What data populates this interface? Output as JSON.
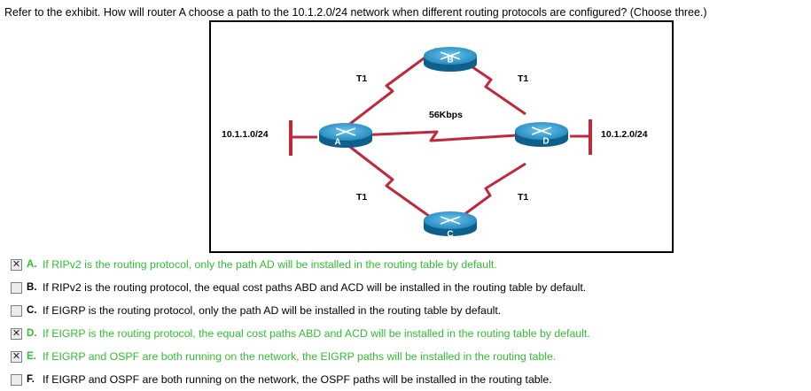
{
  "question": "Refer to the exhibit. How will router A choose a path to the 10.1.2.0/24 network when different routing protocols are configured? (Choose three.)",
  "exhibit": {
    "network_left": "10.1.1.0/24",
    "network_right": "10.1.2.0/24",
    "link_ab": "T1",
    "link_bd": "T1",
    "link_ac": "T1",
    "link_cd": "T1",
    "link_ad": "56Kbps",
    "routers": {
      "a": "A",
      "b": "B",
      "c": "C",
      "d": "D"
    }
  },
  "colors": {
    "correct_text": "#2fbf2f",
    "link": "#c0283c",
    "router": "#1d84b8"
  },
  "options": [
    {
      "letter": "A",
      "sep": ".",
      "text": "If RIPv2 is the routing protocol, only the path AD will be installed in the routing table by default.",
      "checked": true,
      "mark": "✕",
      "correct": true
    },
    {
      "letter": "B",
      "sep": ".",
      "text": "If RIPv2 is the routing protocol, the equal cost paths ABD and ACD will be installed in the routing table by default.",
      "checked": false,
      "mark": "",
      "correct": false
    },
    {
      "letter": "C",
      "sep": ".",
      "text": "If EIGRP is the routing protocol, only the path AD will be installed in the routing table by default.",
      "checked": false,
      "mark": "",
      "correct": false
    },
    {
      "letter": "D",
      "sep": ".",
      "text": "If EIGRP is the routing protocol, the equal cost paths ABD and ACD will be installed in the routing table by default.",
      "checked": true,
      "mark": "✕",
      "correct": true
    },
    {
      "letter": "E",
      "sep": ".",
      "text": "If EIGRP and OSPF are both running on the network, the EIGRP paths will be installed in the routing table.",
      "checked": true,
      "mark": "✕",
      "correct": true
    },
    {
      "letter": "F",
      "sep": ".",
      "text": "If EIGRP and OSPF are both running on the network, the OSPF paths will be installed in the routing table.",
      "checked": false,
      "mark": "",
      "correct": false
    }
  ]
}
